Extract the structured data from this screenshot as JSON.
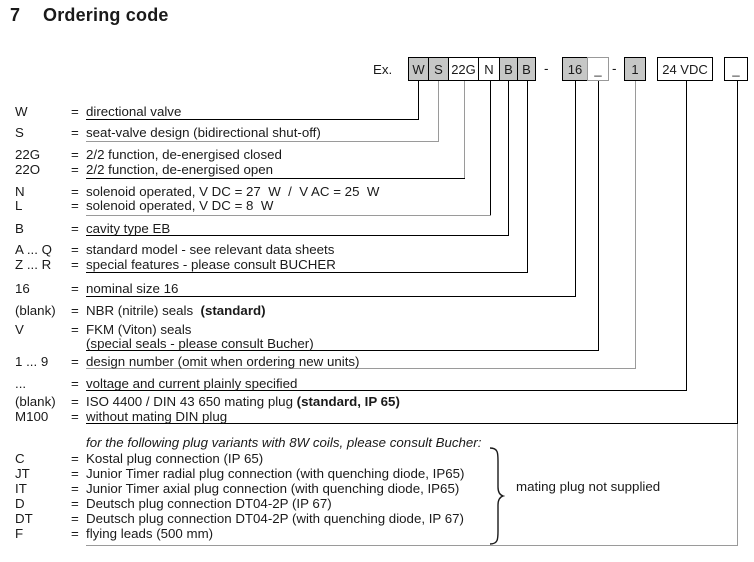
{
  "title": {
    "section_number": "7",
    "label": "Ordering code"
  },
  "example": {
    "label": "Ex.",
    "separator": "-",
    "boxes": [
      {
        "text": "W",
        "fill": "gray"
      },
      {
        "text": "S",
        "fill": "gray"
      },
      {
        "text": "22G",
        "fill": "white"
      },
      {
        "text": "N",
        "fill": "white"
      },
      {
        "text": "B",
        "fill": "gray"
      },
      {
        "text": "B",
        "fill": "gray"
      },
      {
        "text": "16",
        "fill": "gray"
      },
      {
        "text": "_",
        "fill": "white"
      },
      {
        "text": "1",
        "fill": "gray"
      },
      {
        "text": "24 VDC",
        "fill": "white"
      },
      {
        "text": "_",
        "fill": "white"
      }
    ]
  },
  "legend_rows": [
    {
      "code": "W",
      "eq": "=",
      "text": "directional valve"
    },
    {
      "code": "S",
      "eq": "=",
      "text": "seat-valve design (bidirectional shut-off)"
    },
    {
      "code": "22G",
      "eq": "=",
      "text": "2/2 function, de-energised closed"
    },
    {
      "code": "22O",
      "eq": "=",
      "text": "2/2 function, de-energised open"
    },
    {
      "code": "N",
      "eq": "=",
      "text": "solenoid operated, V DC = 27  W  /  V AC = 25  W"
    },
    {
      "code": "L",
      "eq": "=",
      "text": "solenoid operated, V DC = 8  W"
    },
    {
      "code": "B",
      "eq": "=",
      "text": "cavity type EB"
    },
    {
      "code": "A ... Q",
      "eq": "=",
      "text": "standard model - see relevant data sheets"
    },
    {
      "code": "Z ... R",
      "eq": "=",
      "text": "special features - please consult BUCHER"
    },
    {
      "code": "16",
      "eq": "=",
      "text": "nominal size 16"
    },
    {
      "code": "(blank)",
      "eq": "=",
      "text": "NBR (nitrile) seals  ",
      "bold": "(standard)"
    },
    {
      "code": "V",
      "eq": "=",
      "text": "FKM (Viton) seals"
    },
    {
      "code": "",
      "text": "(special seals - please consult Bucher)"
    },
    {
      "code": "1 ... 9",
      "eq": "=",
      "text": "design number (omit when ordering new units)"
    },
    {
      "code": "...",
      "eq": "=",
      "text": "voltage and current plainly specified"
    },
    {
      "code": "(blank)",
      "eq": "=",
      "text": "ISO 4400 / DIN 43 650 mating plug ",
      "bold": "(standard, IP 65)"
    },
    {
      "code": "M100",
      "eq": "=",
      "text": "without mating DIN plug"
    }
  ],
  "plug_section": {
    "intro": "for the following plug variants with 8W coils, please consult Bucher:",
    "rows": [
      {
        "code": "C",
        "eq": "=",
        "text": "Kostal plug connection (IP 65)"
      },
      {
        "code": "JT",
        "eq": "=",
        "text": "Junior Timer radial plug connection (with quenching diode, IP65)"
      },
      {
        "code": "IT",
        "eq": "=",
        "text": "Junior Timer axial plug connection (with quenching diode, IP65)"
      },
      {
        "code": "D",
        "eq": "=",
        "text": "Deutsch plug connection DT04-2P (IP 67)"
      },
      {
        "code": "DT",
        "eq": "=",
        "text": "Deutsch plug connection DT04-2P (with quenching diode, IP 67)"
      },
      {
        "code": "F",
        "eq": "=",
        "text": "flying leads (500 mm)"
      }
    ],
    "brace_note": "mating plug not supplied"
  },
  "colors": {
    "box_fill_gray": "#c6c7c6",
    "line_black": "#000000",
    "line_gray": "#9a9a9a",
    "text": "#1a1a1a"
  }
}
